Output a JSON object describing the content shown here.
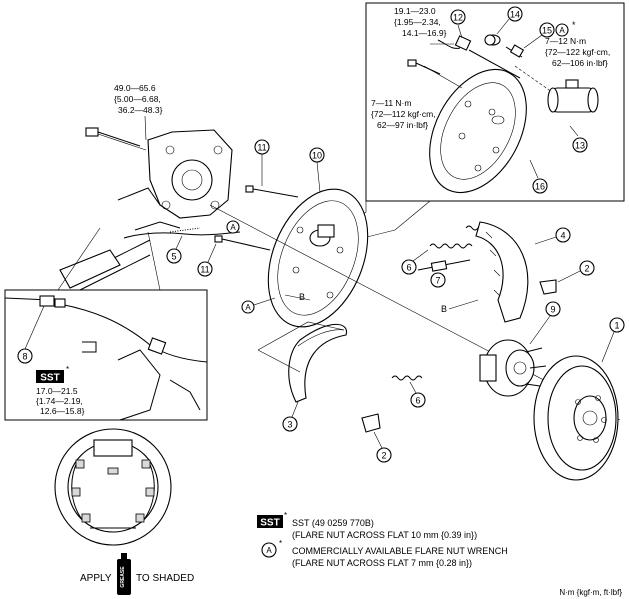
{
  "torque": {
    "hub_bolt": [
      "49.0—65.6",
      "{5.00—6.68,",
      "36.2—48.3}"
    ],
    "flare_nut_12": [
      "19.1—23.0",
      "{1.95—2.34,",
      "14.1—16.9}"
    ],
    "bleeder_15": [
      "7—12 N·m",
      "{72—122 kgf·cm,",
      "62—106 in·lbf}"
    ],
    "cylinder_bolt": [
      "7—11 N·m",
      "{72—112 kgf·cm,",
      "62—97 in·lbf}"
    ],
    "flare_nut_8": [
      "17.0—21.5",
      "{1.74—2.19,",
      "12.6—15.8}"
    ]
  },
  "parts": {
    "p1": "1",
    "p2": "2",
    "p2b": "2",
    "p3": "3",
    "p4": "4",
    "p5": "5",
    "p6": "6",
    "p6b": "6",
    "p7": "7",
    "p8": "8",
    "p9": "9",
    "p10": "10",
    "p11": "11",
    "p11b": "11",
    "p12": "12",
    "p13": "13",
    "p14": "14",
    "p15": "15",
    "p16": "16"
  },
  "markers": {
    "A": "A",
    "B": "B",
    "star": "*"
  },
  "legend": {
    "sst_badge": "SST",
    "sst_line1": "SST (49 0259 770B)",
    "sst_line2": "(FLARE NUT ACROSS FLAT 10 mm {0.39 in})",
    "a_line1": "COMMERCIALLY AVAILABLE FLARE NUT WRENCH",
    "a_line2": "(FLARE NUT ACROSS FLAT 7 mm  {0.28 in})",
    "apply": "APPLY",
    "to_shaded": "TO SHADED",
    "grease": "GREASE",
    "units": "N·m {kgf·m, ft·lbf}"
  }
}
